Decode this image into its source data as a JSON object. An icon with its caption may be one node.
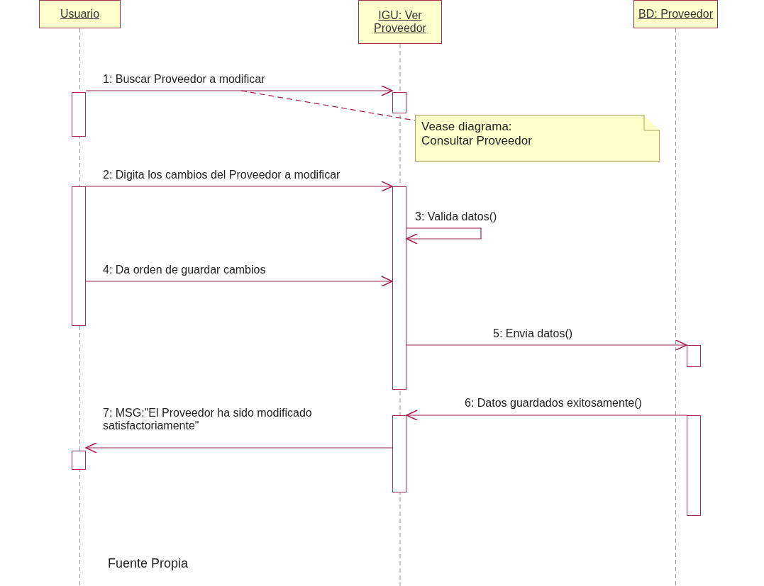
{
  "diagram": {
    "caption": "Fuente Propia",
    "nodes": [
      {
        "text": [
          "Usuario"
        ]
      },
      {
        "text": [
          "IGU: Ver Proveedor"
        ]
      },
      {
        "text": [
          "BD: Proveedor"
        ]
      },
      {
        "text": [
          "Vease diagrama: Consultar Proveedor"
        ]
      },
      {
        "text": [],
        "shape": "bar"
      },
      {
        "text": [],
        "shape": "bar"
      },
      {
        "text": [],
        "shape": "bar"
      },
      {
        "text": [],
        "shape": "bar"
      },
      {
        "text": [],
        "shape": "bar"
      },
      {
        "text": [],
        "shape": "bar"
      },
      {
        "text": [],
        "shape": "bar"
      },
      {
        "text": [],
        "shape": "bar"
      }
    ],
    "edges": [
      {
        "from": 4,
        "to": 7,
        "arrow": "to",
        "label": "1: Buscar Proveedor a modificar"
      },
      {
        "from": null,
        "to": 3,
        "arrow": "none",
        "style": "dashed"
      },
      {
        "from": 5,
        "to": 8,
        "arrow": "to",
        "label": "2: Digita los cambios del Proveedor a modificar"
      },
      {
        "from": 8,
        "to": 8,
        "arrow": "to",
        "label": "3: Valida datos()"
      },
      {
        "from": 5,
        "to": 8,
        "arrow": "to",
        "label": "4: Da orden de guardar cambios"
      },
      {
        "from": 8,
        "to": 10,
        "arrow": "to",
        "label": "5: Envia datos()"
      },
      {
        "from": 11,
        "to": 9,
        "arrow": "to",
        "label": "6: Datos guardados exitosamente()"
      },
      {
        "from": 9,
        "to": 6,
        "arrow": "to",
        "label": "7: MSG:\"El Proveedor ha sido modificado satisfactoriamente\""
      }
    ]
  }
}
